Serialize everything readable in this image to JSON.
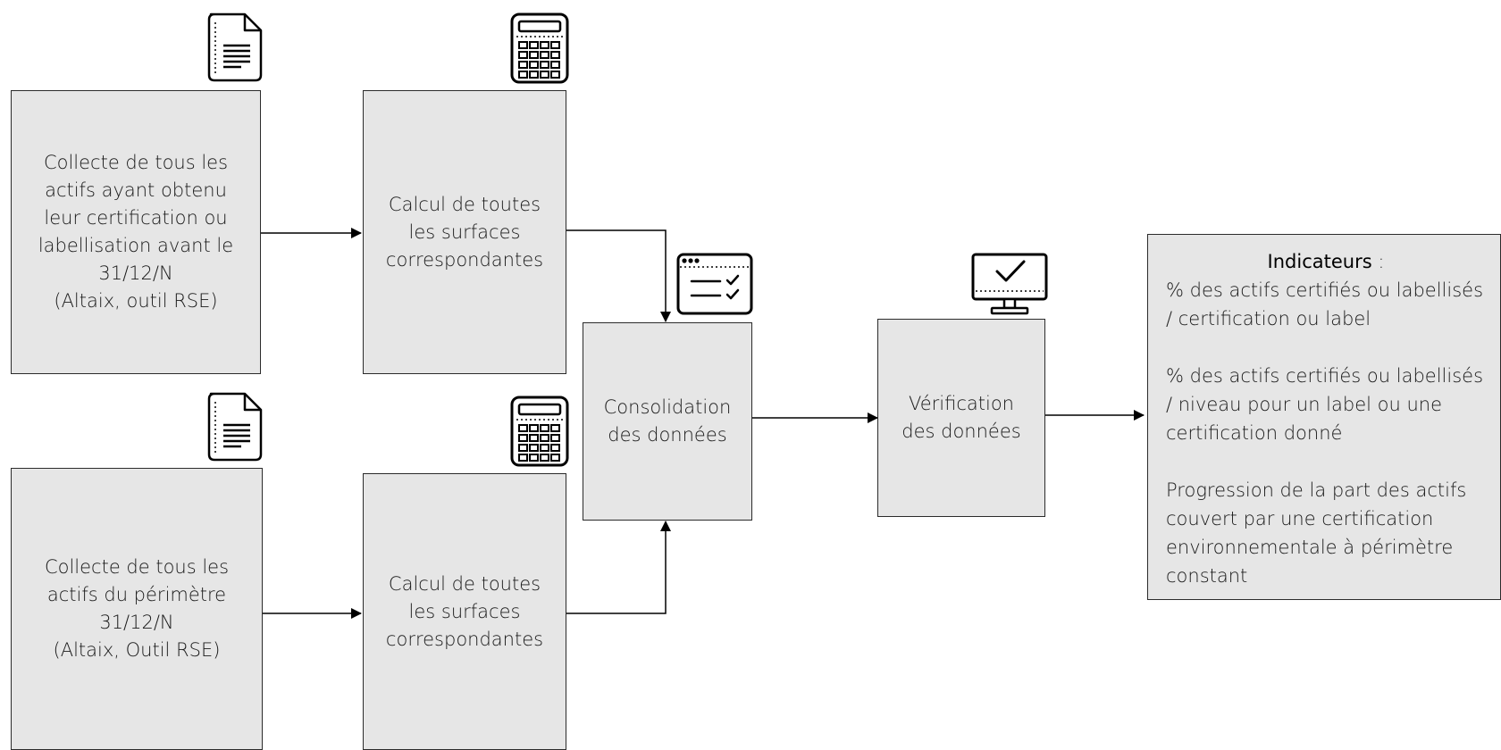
{
  "boxes": {
    "collect_certified": "Collecte de tous les\nactifs ayant obtenu\nleur certification ou\nlabellisation avant le\n31/12/N\n(Altaix, outil RSE)",
    "calc_top": "Calcul de toutes\nles surfaces\ncorrespondantes",
    "consolidation": "Consolidation\ndes données",
    "verification": "Vérification\ndes données",
    "collect_perimeter": "Collecte de tous les\nactifs du périmètre\n31/12/N\n(Altaix, Outil RSE)",
    "calc_bottom": "Calcul de toutes\nles surfaces\ncorrespondantes"
  },
  "indicators": {
    "title": "Indicateurs",
    "title_suffix": " :",
    "items": [
      "% des actifs certifiés ou labellisés\n/ certification ou label",
      "% des actifs certifiés ou labellisés\n/ niveau pour un label ou une\ncertification donné",
      "Progression de la part des actifs\ncouvert par une certification\nenvironnementale à périmètre\nconstant"
    ]
  },
  "icons": [
    "document-icon",
    "calculator-icon",
    "checklist-window-icon",
    "monitor-check-icon"
  ]
}
